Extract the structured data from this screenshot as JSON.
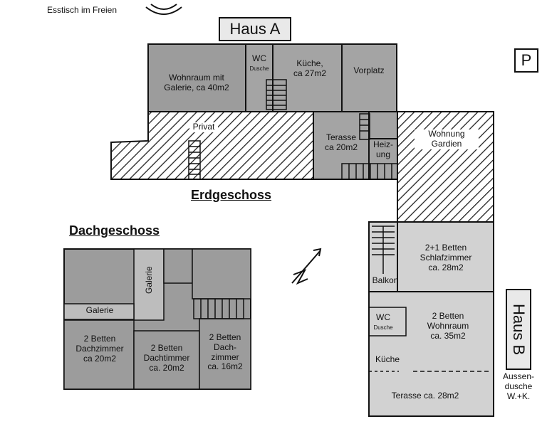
{
  "top": {
    "esstisch": "Esstisch im Freien",
    "haus_a": "Haus A",
    "parking": "P"
  },
  "erdgeschoss": {
    "heading": "Erdgeschoss",
    "wohnraum": "Wohnraum mit\nGalerie, ca 40m2",
    "wc": "WC",
    "dusche": "Dusche",
    "kueche": "Küche,\nca 27m2",
    "vorplatz": "Vorplatz",
    "privat": "Privat",
    "terasse": "Terasse\nca 20m2",
    "heizung": "Heiz-\nung",
    "wohnung_gardien": "Wohnung\nGardien"
  },
  "haus_b": {
    "title": "Haus B",
    "schlafzimmer": "2+1 Betten\nSchlafzimmer\nca. 28m2",
    "balkon": "Balkon",
    "wc": "WC",
    "dusche": "Dusche",
    "wohnraum": "2 Betten\nWohnraum\nca. 35m2",
    "kueche": "Küche",
    "terasse": "Terasse  ca. 28m2",
    "aussendusche": "Aussen-\ndusche\nW.+K."
  },
  "dachgeschoss": {
    "heading": "Dachgeschoss",
    "galerie_vertical": "Galerie",
    "galerie": "Galerie",
    "zimmer1": "2 Betten\nDachzimmer\nca 20m2",
    "zimmer2": "2 Betten\nDachtimmer\nca. 20m2",
    "zimmer3": "2 Betten\nDach-\nzimmer\nca. 16m2"
  }
}
